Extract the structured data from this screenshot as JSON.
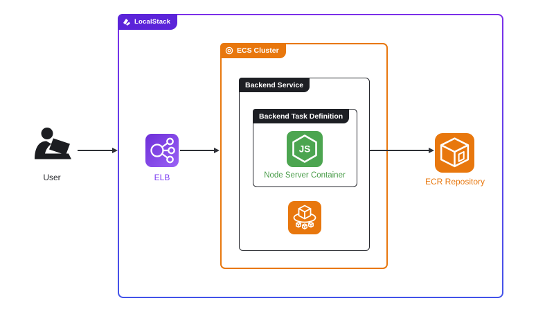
{
  "groups": {
    "localstack": "LocalStack",
    "ecs_cluster": "ECS Cluster",
    "backend_service": "Backend Service",
    "task_definition": "Backend Task Definition"
  },
  "nodes": {
    "user": "User",
    "elb": "ELB",
    "node_container": "Node Server Container",
    "ecr": "ECR Repository"
  },
  "icons": {
    "localstack_logo": "localstack-logo-icon",
    "ecs_cluster_badge": "ecs-service-ring-icon",
    "user": "person-at-laptop-icon",
    "elb": "load-balancer-icon",
    "nodejs": "nodejs-hexagon-icon",
    "ecs": "ecs-cube-orbit-icon",
    "ecr": "ecr-cube-icon"
  },
  "colors": {
    "localstack_badge_purple": "#5b24d9",
    "outer_border_top": "#7b2fe9",
    "outer_border_bottom": "#4253e9",
    "aws_orange": "#e8770d",
    "node_green": "#4ca550",
    "node_label_green": "#4a9d4a",
    "elb_purple": "#7b3bf2",
    "dark_badge": "#1d1f24",
    "arrow_dark": "#2e3036"
  }
}
